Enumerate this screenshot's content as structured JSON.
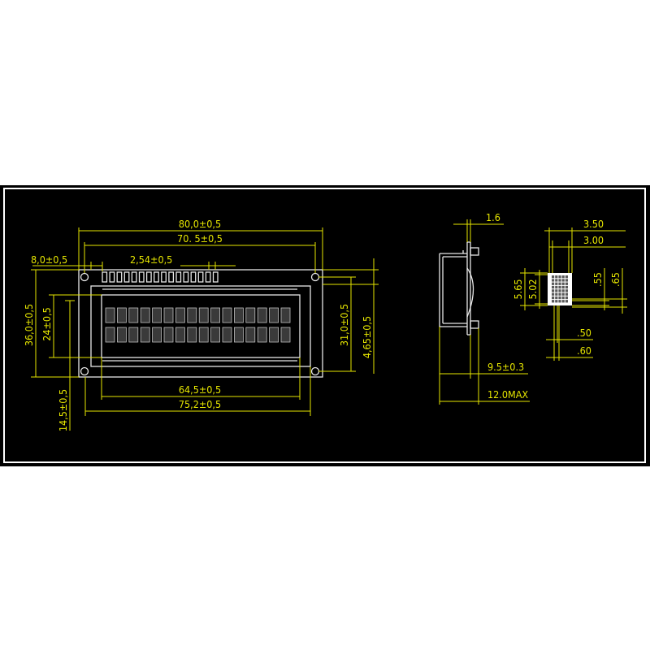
{
  "drawing": {
    "colors": {
      "background": "#000000",
      "outline": "#e8e8e8",
      "dimension": "#e6e600"
    },
    "front_view": {
      "overall_width": "80,0±0,5",
      "hole_spacing": "70. 5±0,5",
      "pin_offset": "8,0±0,5",
      "pin_pitch": "2,54±0,5",
      "overall_height": "36,0±0,5",
      "viewing_height": "24±0,5",
      "hole_vertical_spacing": "31,0±0,5",
      "bottom_offset": "4,65±0,5",
      "viewing_width": "64,5±0,5",
      "bezel_width": "75,2±0,5",
      "viewing_offset": "14,5±0,5",
      "character_rows": 2,
      "characters_per_row": 16,
      "pins": 16
    },
    "side_view": {
      "pcb_thickness": "1.6",
      "body_thickness": "9.5±0.3",
      "max_thickness": "12.0MAX"
    },
    "char_detail": {
      "char_width": "3.50",
      "dot_area_width": "3.00",
      "char_height": "5.65",
      "dot_area_height": "5.02",
      "dot_height": ".55",
      "dot_pitch": ".65",
      "dot_width": ".50",
      "dot_pitch_h": ".60"
    }
  }
}
